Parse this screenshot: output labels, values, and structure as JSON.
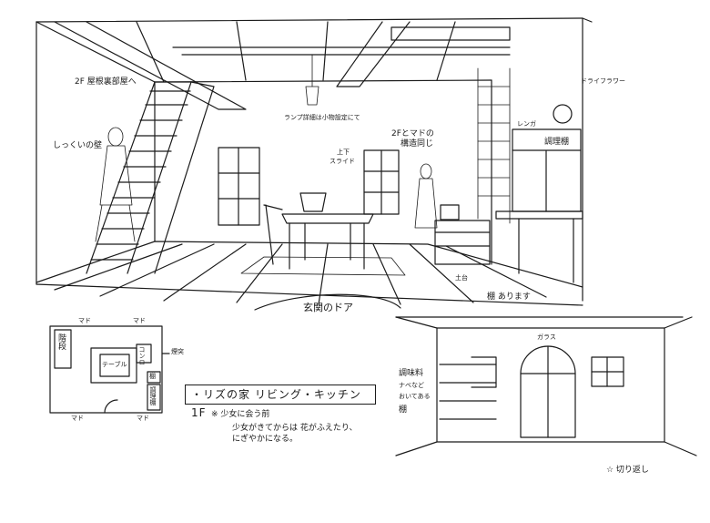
{
  "labels": {
    "attic_room": "2F 屋根裏部屋へ",
    "plaster_wall": "しっくいの壁",
    "lamp_note": "ランプ詳細は小物設定にて",
    "window_note_a": "2Fとマドの",
    "window_note_b": "構造同じ",
    "slide_a": "上下",
    "slide_b": "スライド",
    "dried_flower": "ドライフラワー",
    "brick": "レンガ",
    "pantry": "調理棚",
    "entrance_door": "玄関のドア",
    "shelf_present": "棚 あります",
    "base": "土台",
    "glass": "ガラス",
    "seasoning_a": "調味料",
    "seasoning_b": "ナベなど",
    "seasoning_c": "おいてある",
    "seasoning_d": "棚",
    "reverse_view": "☆ 切り返し"
  },
  "plan": {
    "window_tl": "マド",
    "window_tr": "マド",
    "window_bl": "マド",
    "window_br": "マド",
    "stairs": "階段",
    "table": "テーブル",
    "stove": "コンロ",
    "shelf": "棚",
    "pantry": "調理棚",
    "hearth": "煙突"
  },
  "caption": {
    "title": "・リズの家 リビング・キッチン 1F",
    "note1": "※ 少女に会う前",
    "note2": "少女がきてからは 花がふえたり、",
    "note3": "にぎやかになる。"
  }
}
